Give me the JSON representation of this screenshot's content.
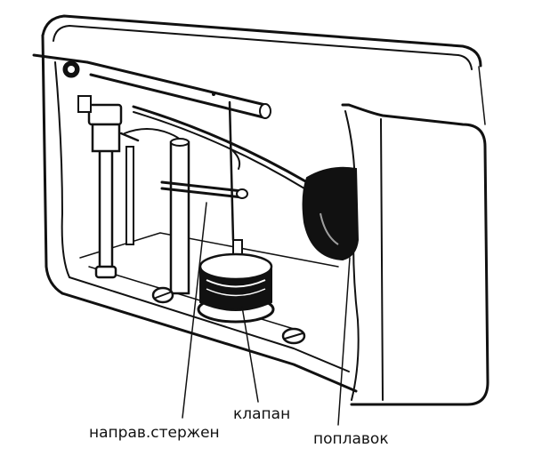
{
  "labels": {
    "guide_rod": "направ.стержен",
    "valve": "клапан",
    "float": "поплавок"
  }
}
